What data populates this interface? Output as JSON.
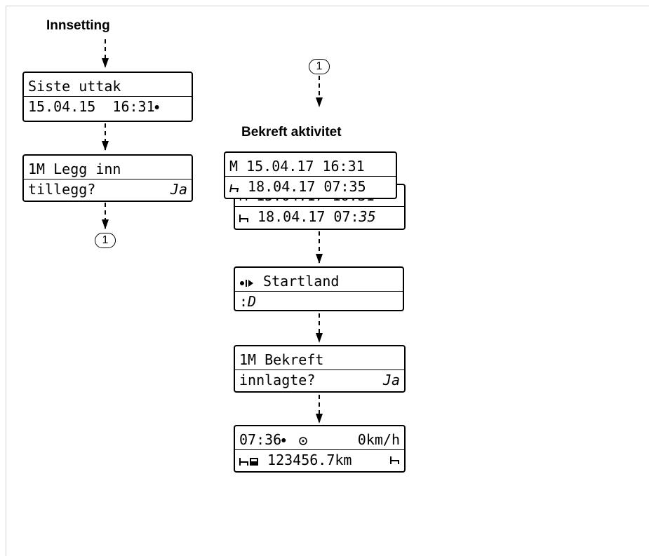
{
  "left_flow": {
    "title": "Innsetting",
    "screen1": {
      "line1": "Siste uttak",
      "line2": "15.04.15  16:31",
      "line2_symbol": "●"
    },
    "screen2": {
      "line1": "1M Legg inn",
      "line2": "tillegg?",
      "line2_right": "Ja"
    },
    "connector": "1"
  },
  "right_flow": {
    "connector": "1",
    "title": "Bekreft aktivitet",
    "screen_front": {
      "line1": "M 15.04.17 16:31",
      "line2_icon": "rest-icon",
      "line2": "18.04.17 07:35"
    },
    "screen_back": {
      "line1": "M 15.04.17 16:31",
      "line2_icon": "bed-icon",
      "line2_prefix": "18.04.17 07:",
      "line2_italic": "35"
    },
    "screen_country": {
      "line1_icon": "country-start-icon",
      "line1": "Startland",
      "line2_prefix": ":",
      "line2_italic": "D"
    },
    "screen_confirm": {
      "line1": "1M Bekreft",
      "line2": "innlagte?",
      "line2_right": "Ja"
    },
    "screen_standard": {
      "line1_time": "07:36",
      "line1_dot": "●",
      "line1_icon": "clock-icon",
      "line1_speed": "0km/h",
      "line2_icon1": "bed-icon",
      "line2_icon2": "card-icon",
      "line2_km": "123456.7km",
      "line2_icon3": "bed-icon"
    }
  }
}
